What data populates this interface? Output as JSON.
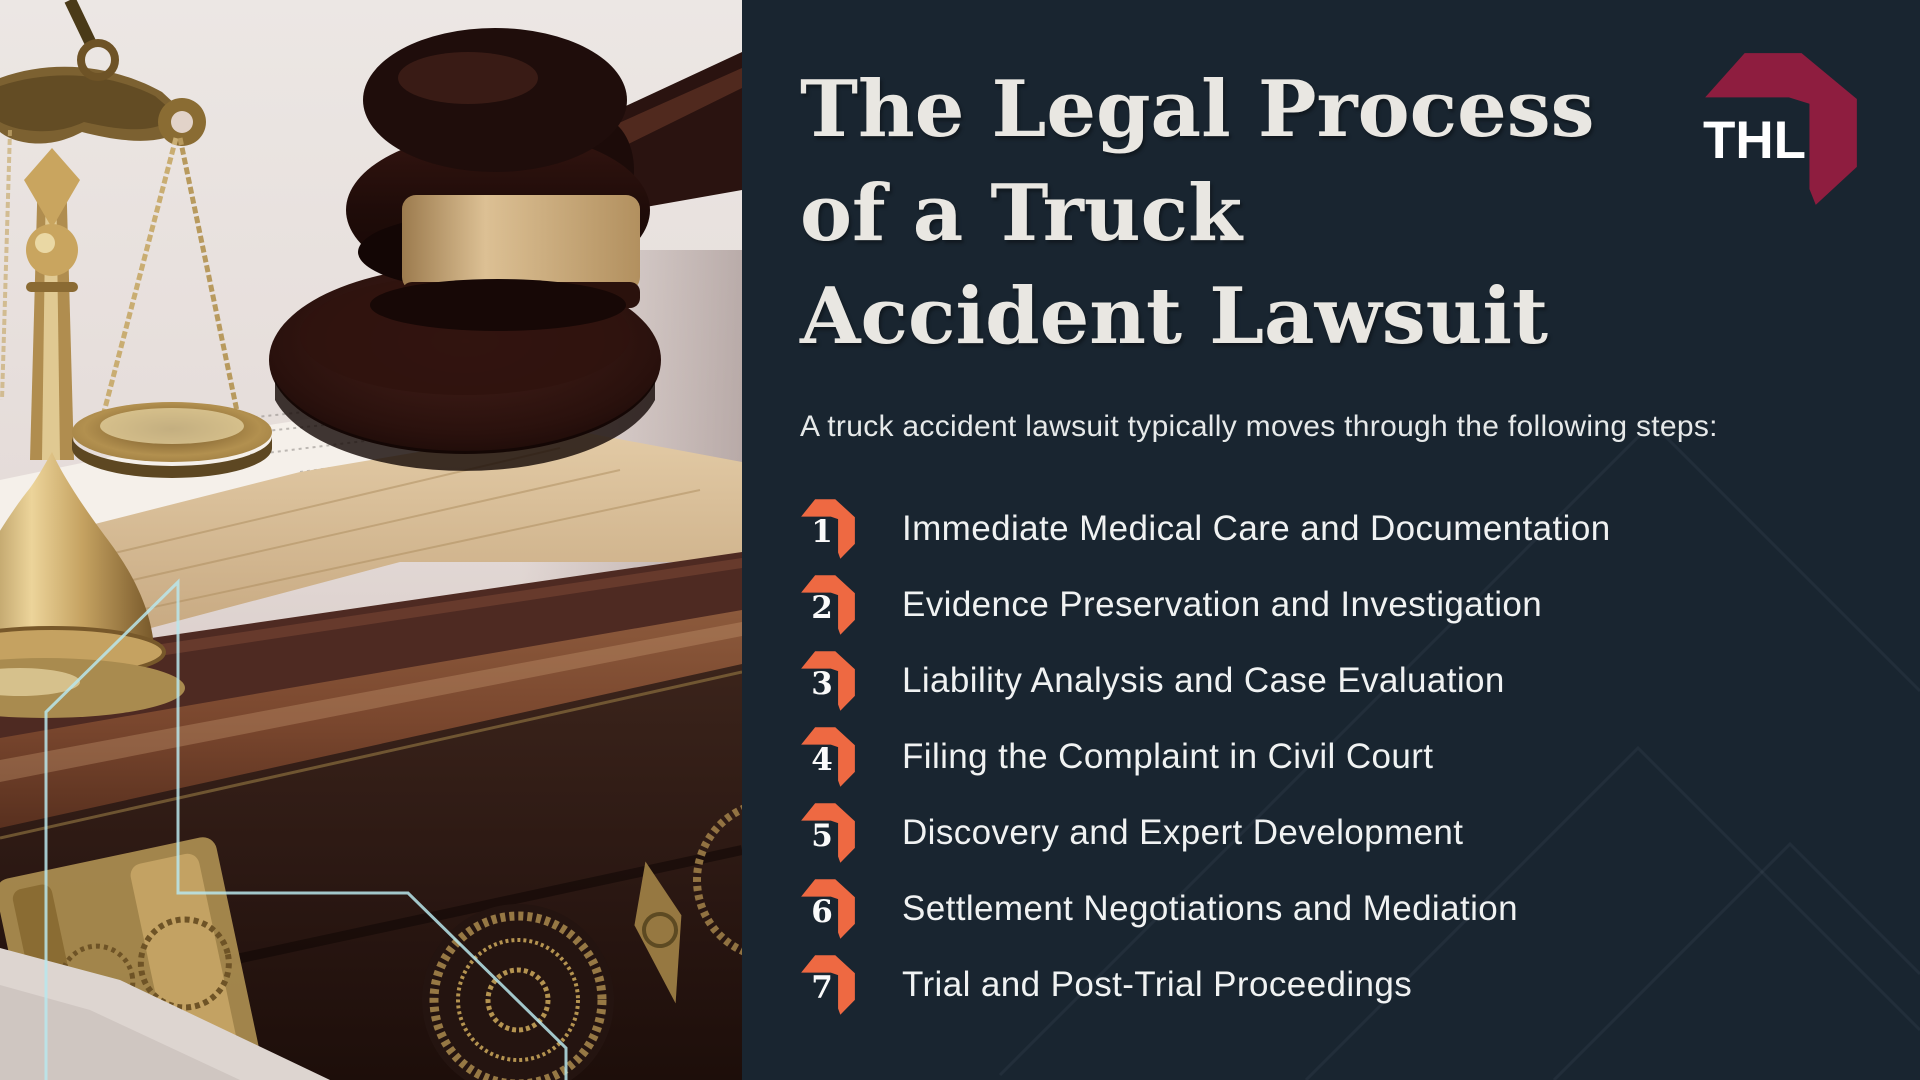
{
  "panel": {
    "title": "The Legal Process\nof a Truck\nAccident Lawsuit",
    "subtitle": "A truck accident lawsuit typically moves through the following steps:",
    "logo_text": "THL"
  },
  "steps": {
    "items": [
      {
        "number": "1",
        "label": "Immediate Medical Care and Documentation"
      },
      {
        "number": "2",
        "label": "Evidence Preservation and Investigation"
      },
      {
        "number": "3",
        "label": "Liability Analysis and Case Evaluation"
      },
      {
        "number": "4",
        "label": "Filing the Complaint in Civil Court"
      },
      {
        "number": "5",
        "label": "Discovery and Expert Development"
      },
      {
        "number": "6",
        "label": "Settlement Negotiations and Mediation"
      },
      {
        "number": "7",
        "label": "Trial and Post-Trial Proceedings"
      }
    ]
  },
  "icons": {
    "logo_shape": "thl-arrow-logo",
    "step_marker": "orange-arrow-marker",
    "photo_decoration": "cyan-arrow-outline"
  },
  "colors": {
    "panel_bg": "#192530",
    "accent_orange": "#ee6942",
    "logo_maroon": "#8e1d3f",
    "title_text": "#e9e7e2",
    "body_text": "#f0f2f2",
    "decor_cyan": "#b9e6ec"
  }
}
